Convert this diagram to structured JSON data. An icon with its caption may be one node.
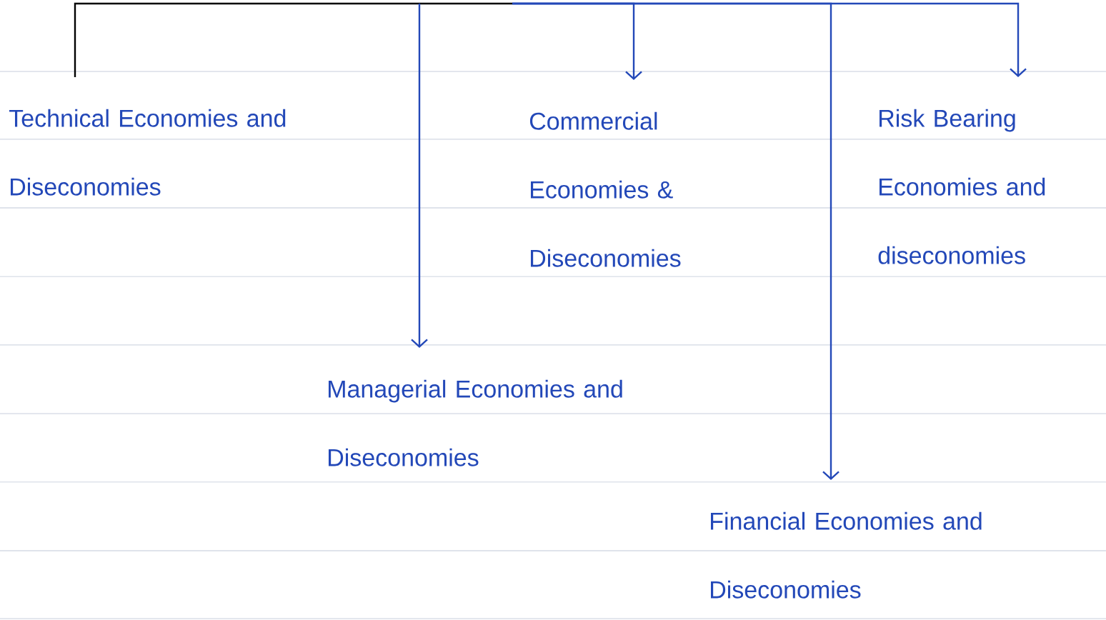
{
  "diagram": {
    "nodes": [
      {
        "text": [
          "Technical Economies and Diseconomies"
        ]
      },
      {
        "text": [
          "Managerial Economies and Diseconomies"
        ]
      },
      {
        "text": [
          "Commercial Economies & Diseconomies"
        ]
      },
      {
        "text": [
          "Risk Bearing Economies and diseconomies"
        ]
      },
      {
        "text": [
          "Financial Economies and Diseconomies"
        ]
      }
    ],
    "edges": [
      {
        "from": null,
        "to": 0,
        "arrow": "none",
        "color": "#000000"
      },
      {
        "from": null,
        "to": 1,
        "arrow": "to"
      },
      {
        "from": null,
        "to": 2,
        "arrow": "to"
      },
      {
        "from": null,
        "to": 3,
        "arrow": "to"
      },
      {
        "from": null,
        "to": 4,
        "arrow": "to"
      }
    ]
  }
}
